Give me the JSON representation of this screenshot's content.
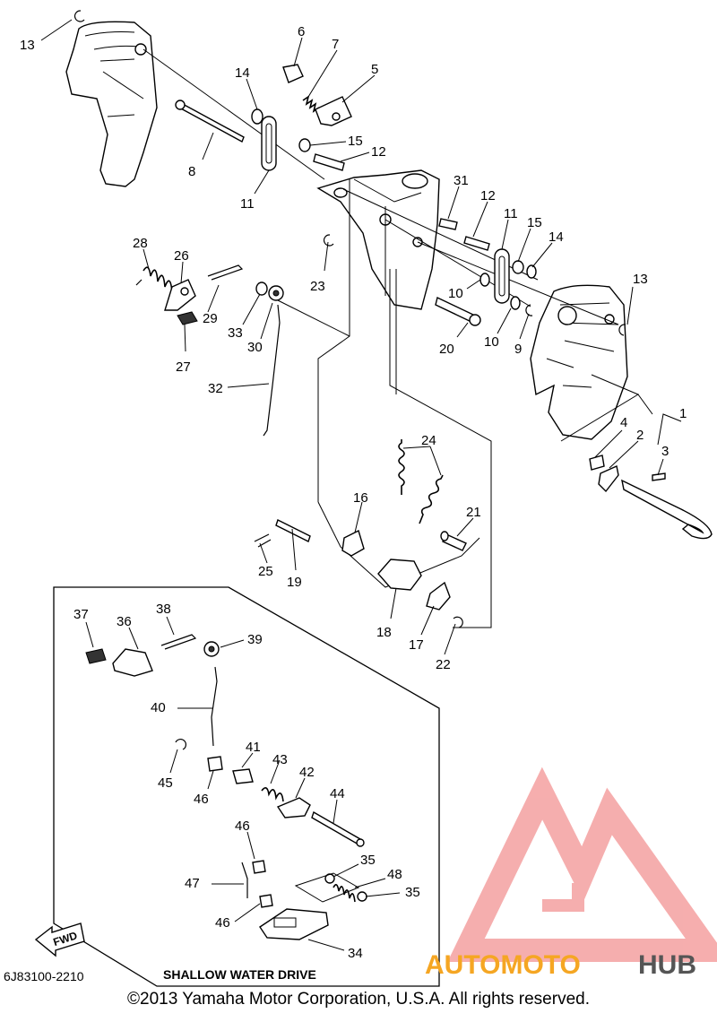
{
  "diagram": {
    "part_code": "6J83100-2210",
    "section_title": "SHALLOW WATER DRIVE",
    "fwd_label": "FWD",
    "copyright": "©2013 Yamaha Motor Corporation, U.S.A. All rights reserved.",
    "watermark": {
      "word_a": "AUTOMOTO",
      "word_b": "HUB",
      "color_a": "#f5a623",
      "color_b": "#555555",
      "logo_color": "#f4a0a0"
    },
    "callouts": [
      {
        "id": "c13a",
        "text": "13"
      },
      {
        "id": "c6",
        "text": "6"
      },
      {
        "id": "c7",
        "text": "7"
      },
      {
        "id": "c5",
        "text": "5"
      },
      {
        "id": "c14a",
        "text": "14"
      },
      {
        "id": "c15a",
        "text": "15"
      },
      {
        "id": "c12a",
        "text": "12"
      },
      {
        "id": "c8",
        "text": "8"
      },
      {
        "id": "c11a",
        "text": "11"
      },
      {
        "id": "c31",
        "text": "31"
      },
      {
        "id": "c12b",
        "text": "12"
      },
      {
        "id": "c11b",
        "text": "11"
      },
      {
        "id": "c15b",
        "text": "15"
      },
      {
        "id": "c14b",
        "text": "14"
      },
      {
        "id": "c28",
        "text": "28"
      },
      {
        "id": "c26",
        "text": "26"
      },
      {
        "id": "c23",
        "text": "23"
      },
      {
        "id": "c13b",
        "text": "13"
      },
      {
        "id": "c10a",
        "text": "10"
      },
      {
        "id": "c29",
        "text": "29"
      },
      {
        "id": "c33",
        "text": "33"
      },
      {
        "id": "c30",
        "text": "30"
      },
      {
        "id": "c27",
        "text": "27"
      },
      {
        "id": "c20",
        "text": "20"
      },
      {
        "id": "c10b",
        "text": "10"
      },
      {
        "id": "c9",
        "text": "9"
      },
      {
        "id": "c32",
        "text": "32"
      },
      {
        "id": "c1",
        "text": "1"
      },
      {
        "id": "c4",
        "text": "4"
      },
      {
        "id": "c2",
        "text": "2"
      },
      {
        "id": "c3",
        "text": "3"
      },
      {
        "id": "c24",
        "text": "24"
      },
      {
        "id": "c16",
        "text": "16"
      },
      {
        "id": "c21",
        "text": "21"
      },
      {
        "id": "c25",
        "text": "25"
      },
      {
        "id": "c19",
        "text": "19"
      },
      {
        "id": "c18",
        "text": "18"
      },
      {
        "id": "c17",
        "text": "17"
      },
      {
        "id": "c22",
        "text": "22"
      },
      {
        "id": "c37",
        "text": "37"
      },
      {
        "id": "c36",
        "text": "36"
      },
      {
        "id": "c38",
        "text": "38"
      },
      {
        "id": "c39",
        "text": "39"
      },
      {
        "id": "c40",
        "text": "40"
      },
      {
        "id": "c41",
        "text": "41"
      },
      {
        "id": "c43",
        "text": "43"
      },
      {
        "id": "c42",
        "text": "42"
      },
      {
        "id": "c45",
        "text": "45"
      },
      {
        "id": "c46a",
        "text": "46"
      },
      {
        "id": "c44",
        "text": "44"
      },
      {
        "id": "c46b",
        "text": "46"
      },
      {
        "id": "c35a",
        "text": "35"
      },
      {
        "id": "c47",
        "text": "47"
      },
      {
        "id": "c48",
        "text": "48"
      },
      {
        "id": "c35b",
        "text": "35"
      },
      {
        "id": "c46c",
        "text": "46"
      },
      {
        "id": "c34",
        "text": "34"
      }
    ]
  }
}
